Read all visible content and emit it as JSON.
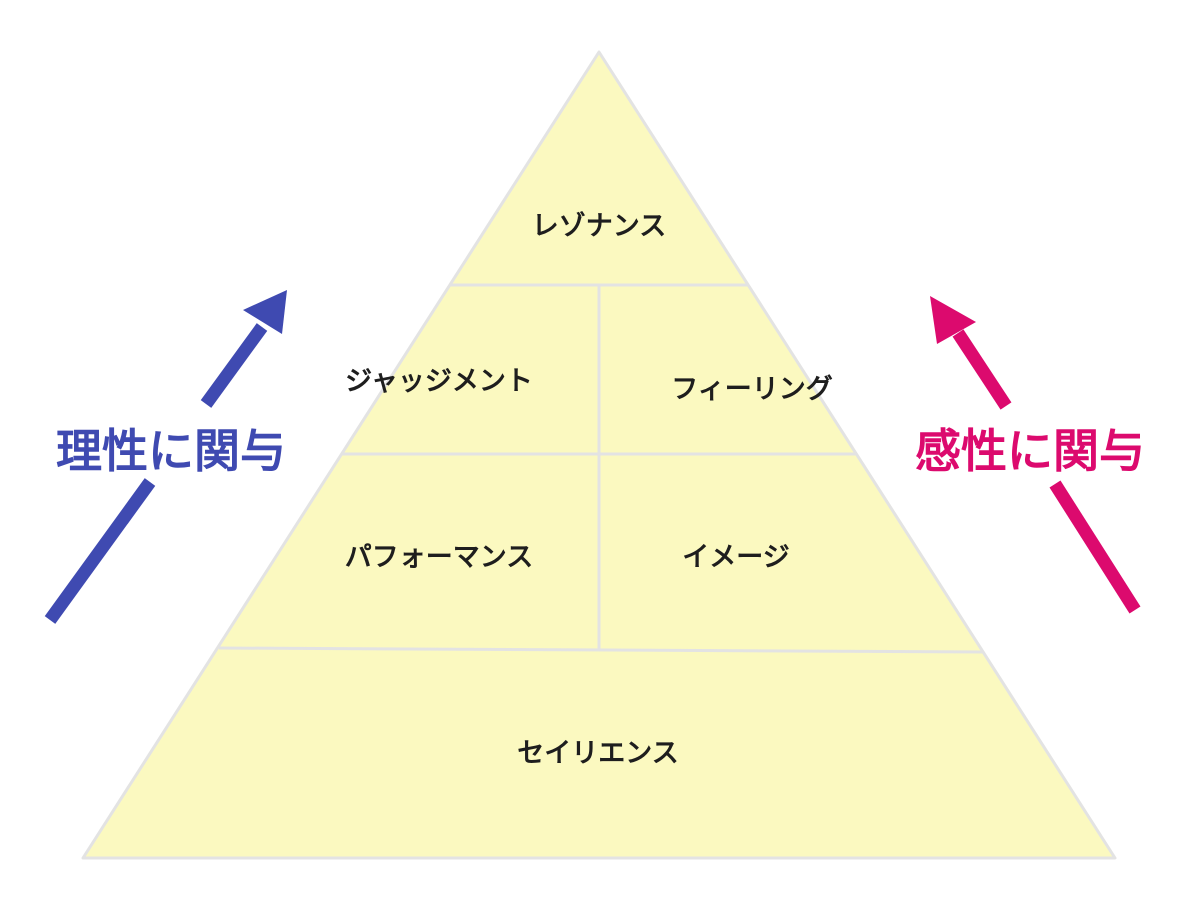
{
  "pyramid": {
    "fill_color": "#fbf9c0",
    "line_color": "#e3e3e3",
    "layers": {
      "top": "レゾナンス",
      "upper_left": "ジャッジメント",
      "upper_right": "フィーリング",
      "lower_left": "パフォーマンス",
      "lower_right": "イメージ",
      "base": "セイリエンス"
    }
  },
  "left_axis": {
    "label": "理性に関与",
    "color": "#3f4ab1"
  },
  "right_axis": {
    "label": "感性に関与",
    "color": "#dc0a6e"
  }
}
